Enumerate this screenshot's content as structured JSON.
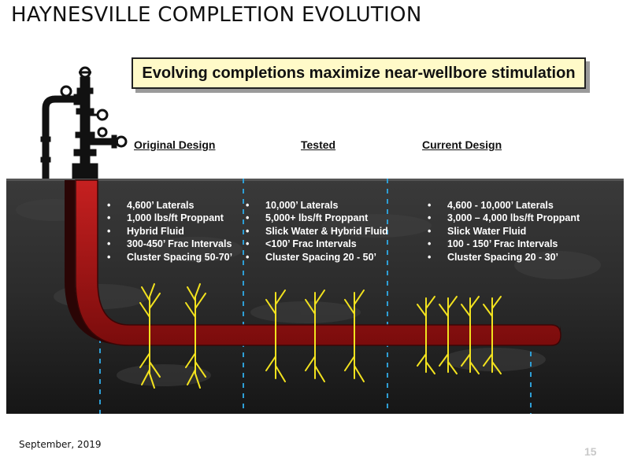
{
  "title": "HAYNESVILLE COMPLETION EVOLUTION",
  "callout": "Evolving completions maximize near-wellbore stimulation",
  "columns": [
    {
      "heading": "Original Design",
      "bullets": [
        "4,600’ Laterals",
        "1,000 lbs/ft Proppant",
        "Hybrid Fluid",
        "300-450’ Frac Intervals",
        "Cluster Spacing 50-70’"
      ]
    },
    {
      "heading": "Tested",
      "bullets": [
        "10,000’ Laterals",
        "5,000+ lbs/ft Proppant",
        "Slick Water & Hybrid Fluid",
        "<100’ Frac Intervals",
        "Cluster Spacing 20 - 50’"
      ]
    },
    {
      "heading": "Current Design",
      "bullets": [
        "4,600 - 10,000’ Laterals",
        "3,000 – 4,000 lbs/ft Proppant",
        "Slick Water Fluid",
        "100 - 150’ Frac Intervals",
        "Cluster Spacing 20 - 30’"
      ]
    }
  ],
  "footer": {
    "date": "September, 2019",
    "page": "15"
  },
  "colors": {
    "callout_fill": "#fffac8",
    "pipe_red": "#9e1212",
    "fracture_yellow": "#f2e21e",
    "divider_blue": "#2e9fd6",
    "rock_dark": "#2c2c2c"
  }
}
